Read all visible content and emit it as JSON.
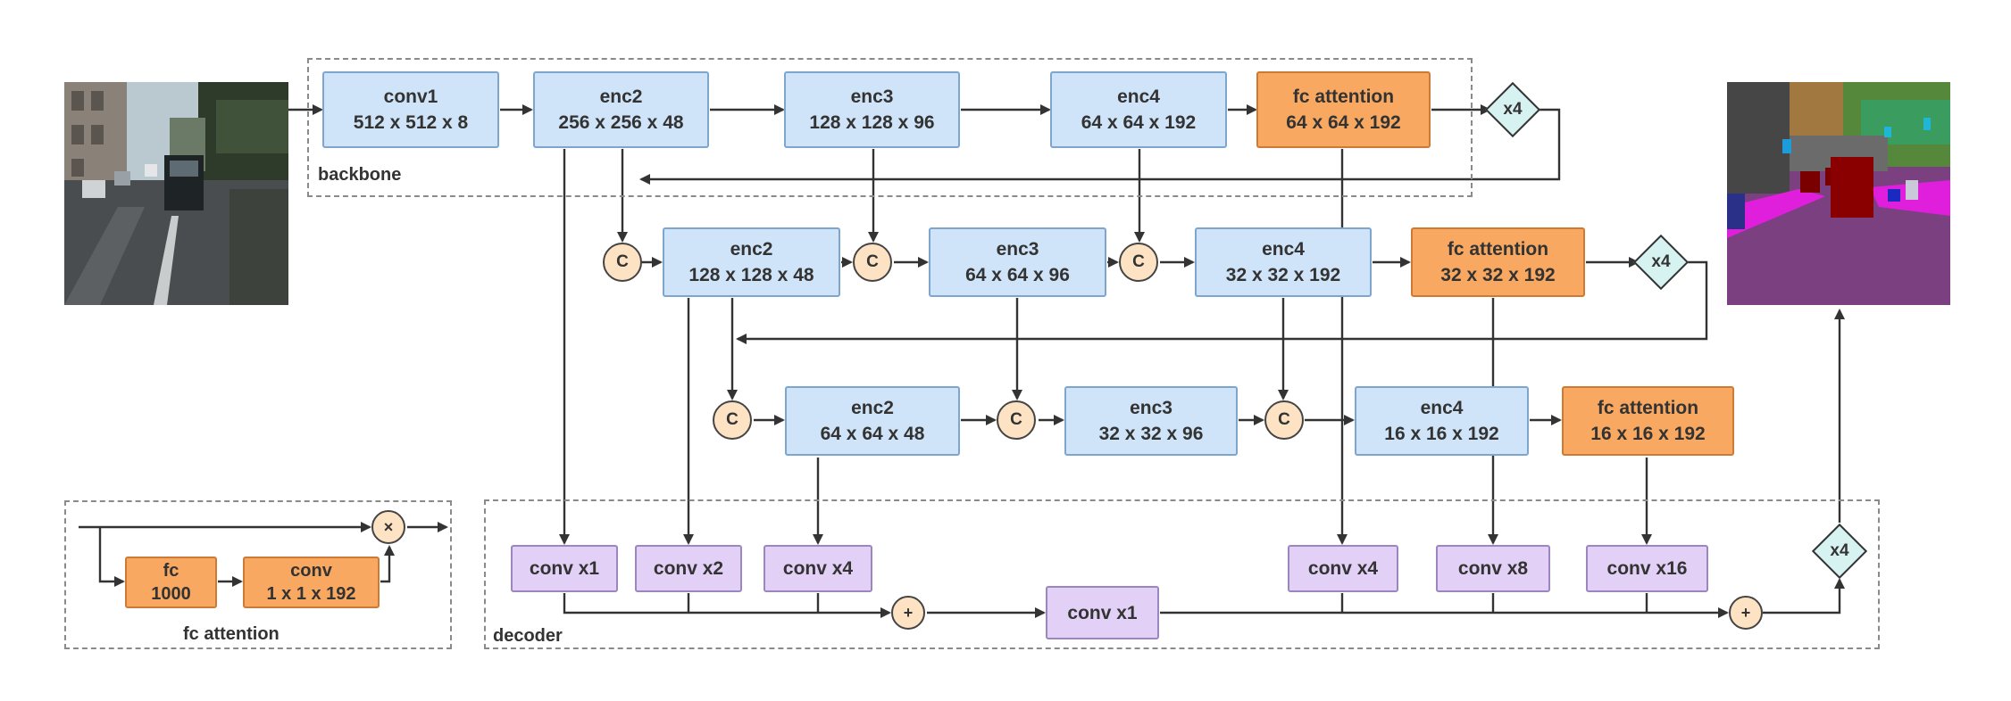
{
  "groups": {
    "backbone": "backbone",
    "decoder": "decoder",
    "fc_attention": "fc attention"
  },
  "backbone": {
    "conv1": {
      "name": "conv1",
      "dims": "512 x 512 x 8"
    },
    "enc2": {
      "name": "enc2",
      "dims": "256 x 256 x 48"
    },
    "enc3": {
      "name": "enc3",
      "dims": "128 x 128 x 96"
    },
    "enc4": {
      "name": "enc4",
      "dims": "64 x 64 x 192"
    },
    "fca": {
      "name": "fc attention",
      "dims": "64 x 64 x 192"
    }
  },
  "stage2": {
    "enc2": {
      "name": "enc2",
      "dims": "128 x 128 x 48"
    },
    "enc3": {
      "name": "enc3",
      "dims": "64 x 64 x 96"
    },
    "enc4": {
      "name": "enc4",
      "dims": "32 x 32 x 192"
    },
    "fca": {
      "name": "fc attention",
      "dims": "32 x 32 x 192"
    }
  },
  "stage3": {
    "enc2": {
      "name": "enc2",
      "dims": "64 x 64 x 48"
    },
    "enc3": {
      "name": "enc3",
      "dims": "32 x 32 x 96"
    },
    "enc4": {
      "name": "enc4",
      "dims": "16 x 16 x 192"
    },
    "fca": {
      "name": "fc attention",
      "dims": "16 x 16 x 192"
    }
  },
  "decoder": {
    "conv_x1": "conv x1",
    "conv_x2": "conv x2",
    "conv_x4_a": "conv x4",
    "conv_x1_mid": "conv x1",
    "conv_x4_b": "conv x4",
    "conv_x8": "conv x8",
    "conv_x16": "conv x16"
  },
  "fc_attention_detail": {
    "fc_name": "fc",
    "fc_dims": "1000",
    "conv_name": "conv",
    "conv_dims": "1 x 1 x 192"
  },
  "symbols": {
    "concat": "C",
    "add": "+",
    "multiply": "×",
    "upsample": "x4"
  },
  "colors": {
    "encoder": "#cfe4f8",
    "attention": "#f8a860",
    "decoder_conv": "#e3d0f7",
    "operator": "#fde3c3",
    "upsample": "#d7f3f1"
  }
}
